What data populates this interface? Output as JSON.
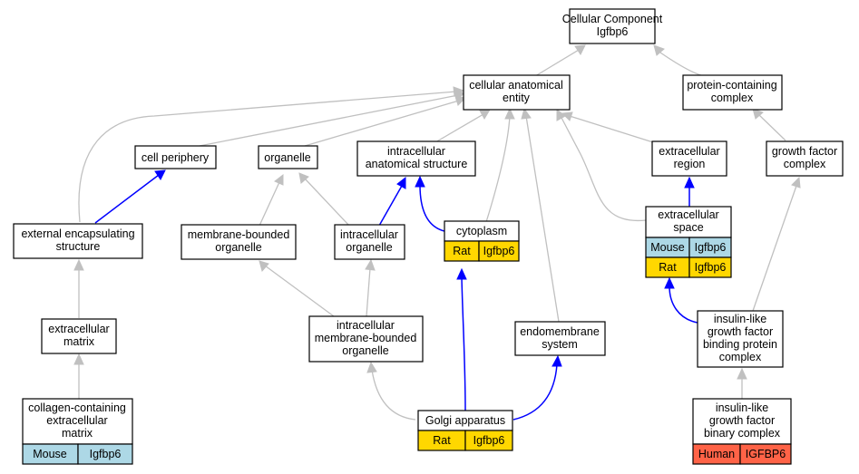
{
  "colors": {
    "grey_edge": "#c0c0c0",
    "blue_edge": "#0000ff",
    "rat": "#ffd700",
    "mouse": "#add8e6",
    "human": "#ff6347"
  },
  "nodes": {
    "root": {
      "line1": "Cellular Component",
      "line2": "Igfbp6"
    },
    "cae": {
      "line1": "cellular anatomical",
      "line2": "entity"
    },
    "pcc": {
      "line1": "protein-containing",
      "line2": "complex"
    },
    "cell_periphery": {
      "line1": "cell periphery"
    },
    "organelle": {
      "line1": "organelle"
    },
    "ias": {
      "line1": "intracellular",
      "line2": "anatomical structure"
    },
    "ecr": {
      "line1": "extracellular",
      "line2": "region"
    },
    "gfc": {
      "line1": "growth factor",
      "line2": "complex"
    },
    "ees": {
      "line1": "external encapsulating",
      "line2": "structure"
    },
    "mbo": {
      "line1": "membrane-bounded",
      "line2": "organelle"
    },
    "io": {
      "line1": "intracellular",
      "line2": "organelle"
    },
    "cytoplasm": {
      "line1": "cytoplasm",
      "species": "Rat",
      "gene": "Igfbp6"
    },
    "ecs": {
      "line1": "extracellular",
      "line2": "space",
      "species": "Mouse",
      "gene": "Igfbp6",
      "species2": "Rat",
      "gene2": "Igfbp6"
    },
    "ecm": {
      "line1": "extracellular",
      "line2": "matrix"
    },
    "imbo": {
      "line1": "intracellular",
      "line2": "membrane-bounded",
      "line3": "organelle"
    },
    "ems": {
      "line1": "endomembrane",
      "line2": "system"
    },
    "igfbp": {
      "line1": "insulin-like",
      "line2": "growth factor",
      "line3": "binding protein",
      "line4": "complex"
    },
    "golgi": {
      "line1": "Golgi apparatus",
      "species": "Rat",
      "gene": "Igfbp6"
    },
    "igfbc": {
      "line1": "insulin-like",
      "line2": "growth factor",
      "line3": "binary complex",
      "species": "Human",
      "gene": "IGFBP6"
    },
    "ccecm": {
      "line1": "collagen-containing",
      "line2": "extracellular",
      "line3": "matrix",
      "species": "Mouse",
      "gene": "Igfbp6"
    }
  }
}
